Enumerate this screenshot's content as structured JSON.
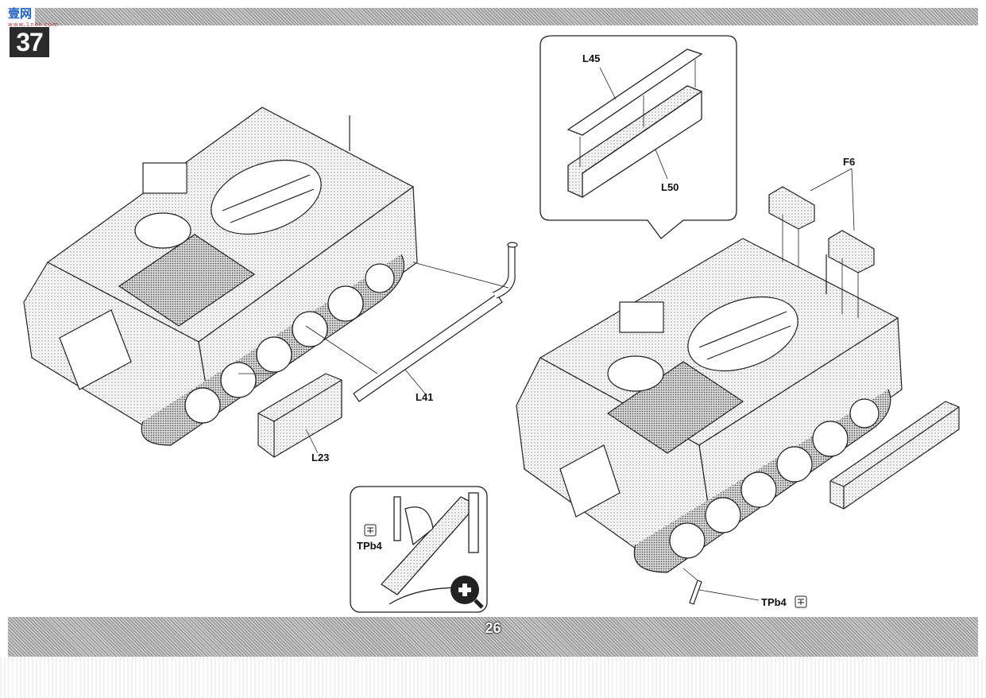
{
  "header": {
    "step_number": "37",
    "watermark_text": "壹网"
  },
  "footer": {
    "page_number": "26"
  },
  "labels": {
    "l45": "L45",
    "l50": "L50",
    "f6": "F6",
    "l41": "L41",
    "l23": "L23",
    "tpb4_inset": "TPb4",
    "tpb4_main": "TPb4"
  },
  "icons": {
    "magnify": "magnify-plus-icon",
    "glue": "glue-icon"
  }
}
